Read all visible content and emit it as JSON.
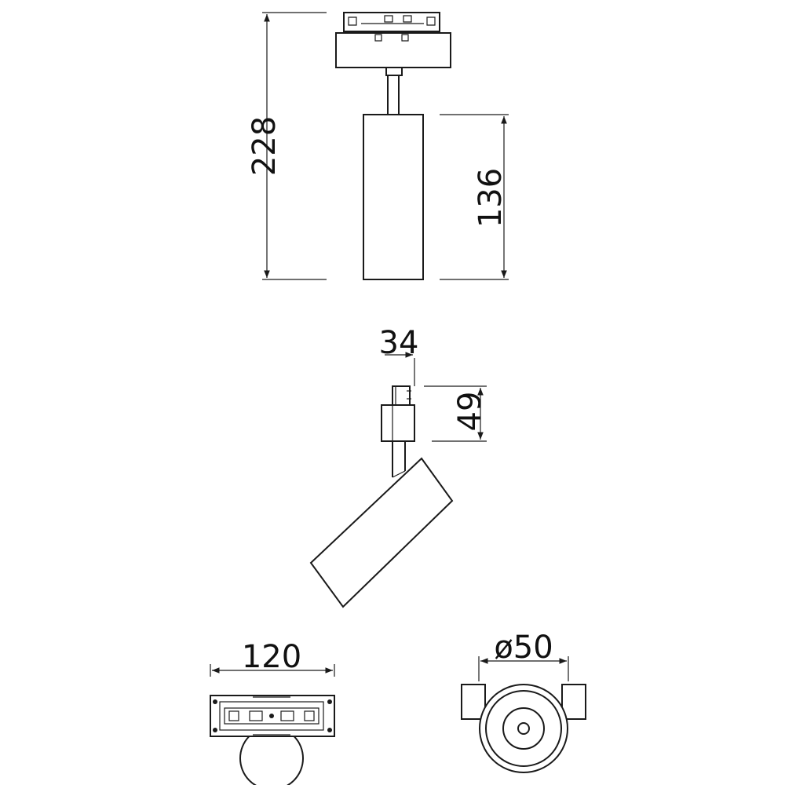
{
  "dimensions": {
    "total_height": "228",
    "body_height": "136",
    "adapter_width": "34",
    "adapter_height": "49",
    "track_length": "120",
    "diameter": "ø50"
  },
  "colors": {
    "line": "#1a1a1a",
    "background": "#ffffff"
  }
}
